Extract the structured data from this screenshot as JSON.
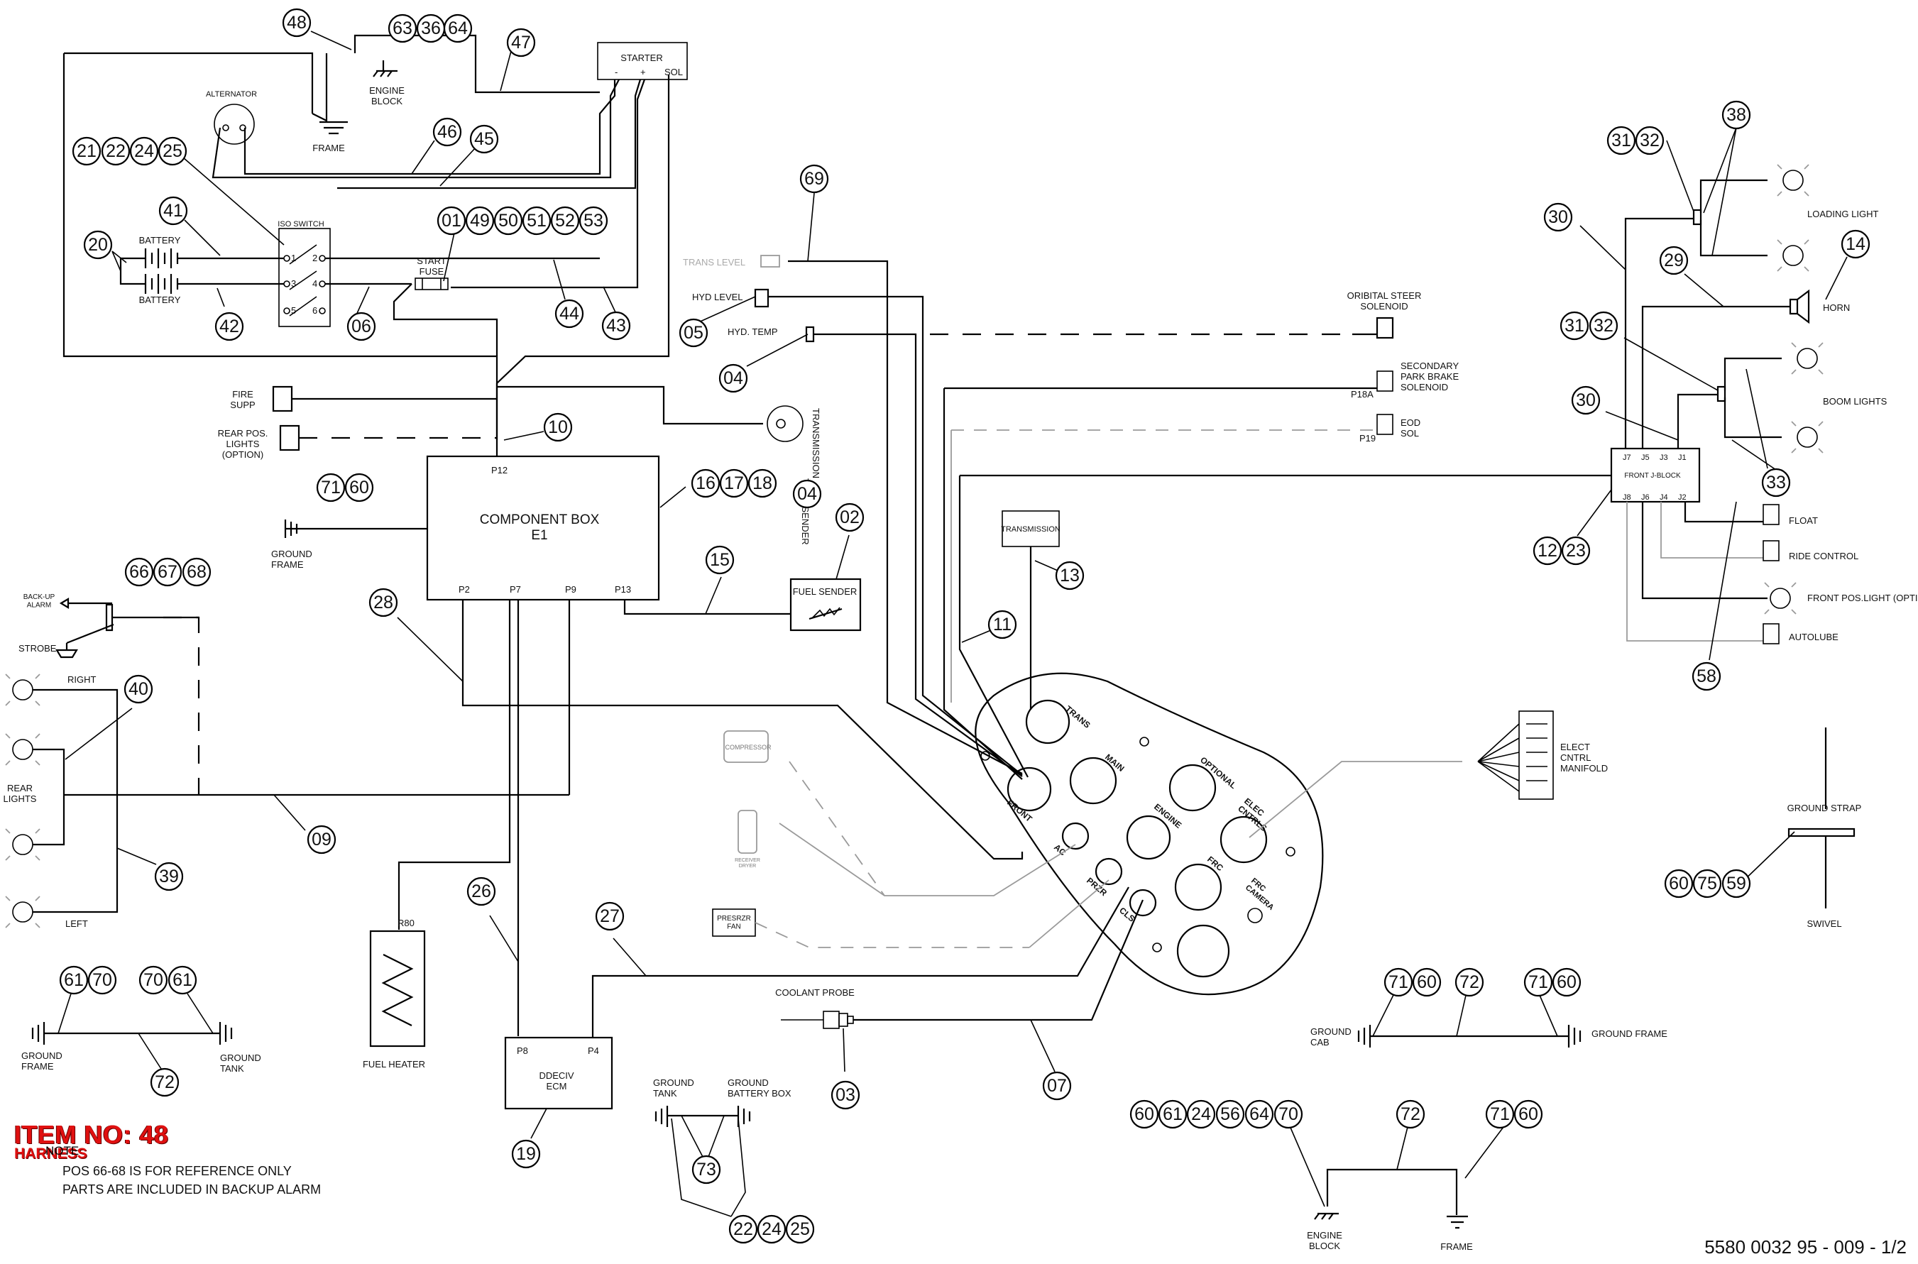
{
  "labels": {
    "starter": "STARTER",
    "starter_terms": [
      "-",
      "+",
      "SOL"
    ],
    "engine_block": "ENGINE\nBLOCK",
    "alternator": "ALTERNATOR",
    "frame": "FRAME",
    "battery_top": "BATTERY",
    "battery_bottom": "BATTERY",
    "iso_switch": "ISO SWITCH",
    "iso_pins": [
      "1",
      "2",
      "3",
      "4",
      "5",
      "6"
    ],
    "start_fuse": "START\nFUSE",
    "fire_supp": "FIRE\nSUPP",
    "rear_pos_lights": "REAR POS.\nLIGHTS\n(OPTION)",
    "component_box": "COMPONENT BOX\nE1",
    "p12": "P12",
    "p2": "P2",
    "p7": "P7",
    "p9": "P9",
    "p13": "P13",
    "ground_frame": "GROUND\nFRAME",
    "trans_temp_sender": "TRANSMISSION\nTEMP SENDER",
    "fuel_sender": "FUEL SENDER",
    "trans_level": "TRANS LEVEL",
    "hyd_level": "HYD LEVEL",
    "hyd_temp": "HYD. TEMP",
    "orbital_steer": "ORIBITAL STEER\nSOLENOID",
    "secondary_park": "SECONDARY\nPARK BRAKE\nSOLENOID",
    "p18a": "P18A",
    "eod_sol": "EOD\nSOL",
    "p19": "P19",
    "transmission": "TRANSMISSION",
    "backup_alarm": "BACK-UP\nALARM",
    "strobe": "STROBE",
    "right": "RIGHT",
    "left": "LEFT",
    "rear_lights": "REAR\nLIGHTS",
    "r80": "R80",
    "fuel_heater": "FUEL HEATER",
    "ddec_ecm": "DDECIV\nECM",
    "p8": "P8",
    "p4": "P4",
    "coolant_probe": "COOLANT PROBE",
    "compressor": "COMPRESSOR",
    "receiver_dryer": "RECEIVER\nDRYER",
    "presrzr_fan": "PRESRZR\nFAN",
    "ground_tank": "GROUND\nTANK",
    "ground_battery_box": "GROUND\nBATTERY BOX",
    "ground_cab": "GROUND\nCAB",
    "ground_frame_right": "GROUND FRAME",
    "engine_block_bottom": "ENGINE\nBLOCK",
    "frame_bottom": "FRAME",
    "elec_manifold": "ELECT\nCNTRL\nMANIFOLD",
    "ground_strap": "GROUND STRAP",
    "swivel": "SWIVEL",
    "loading_light": "LOADING LIGHT",
    "horn": "HORN",
    "boom_lights": "BOOM LIGHTS",
    "front_j_block": "FRONT J-BLOCK",
    "jblock_top_pins": [
      "J7",
      "J5",
      "J3",
      "J1"
    ],
    "jblock_bottom_pins": [
      "J8",
      "J6",
      "J4",
      "J2"
    ],
    "float": "FLOAT",
    "ride_control": "RIDE CONTROL",
    "front_pos_light": "FRONT POS.LIGHT (OPTION)",
    "autolube": "AUTOLUBE",
    "panel_labels": {
      "trans": "TRANS",
      "main": "MAIN",
      "front": "FRONT",
      "optional": "OPTIONAL",
      "engine": "ENGINE",
      "elec_cntrls": "ELEC\nCNTRLS",
      "ac": "AC",
      "przr": "PRZR",
      "frc": "FRC",
      "cls": "CLS",
      "frc_camera": "FRC\nCAMERA"
    }
  },
  "callouts": {
    "c48": "48",
    "c63": "63",
    "c36": "36",
    "c64": "64",
    "c47": "47",
    "c46": "46",
    "c45": "45",
    "c21": "21",
    "c22": "22",
    "c24": "24",
    "c25": "25",
    "c41": "41",
    "c20": "20",
    "c42": "42",
    "c06": "06",
    "c01": "01",
    "c49": "49",
    "c50": "50",
    "c51": "51",
    "c52": "52",
    "c53": "53",
    "c44": "44",
    "c43": "43",
    "c69": "69",
    "c05": "05",
    "c04a": "04",
    "c04b": "04",
    "c10": "10",
    "c71a": "71",
    "c60a": "60",
    "c16": "16",
    "c17": "17",
    "c18": "18",
    "c02": "02",
    "c15": "15",
    "c28": "28",
    "c66": "66",
    "c67": "67",
    "c68": "68",
    "c40": "40",
    "c09": "09",
    "c39": "39",
    "c13": "13",
    "c11": "11",
    "c26": "26",
    "c27": "27",
    "c03": "03",
    "c07": "07",
    "c19": "19",
    "c61a": "61",
    "c70a": "70",
    "c70b": "70",
    "c61b": "61",
    "c72a": "72",
    "c73": "73",
    "c22b": "22",
    "c24b": "24",
    "c25b": "25",
    "c60b": "60",
    "c61c": "61",
    "c24c": "24",
    "c56": "56",
    "c64b": "64",
    "c70c": "70",
    "c72b": "72",
    "c71b": "71",
    "c60c": "60",
    "c71c": "71",
    "c60d": "60",
    "c72c": "72",
    "c71d": "71",
    "c60e": "60",
    "c60f": "60",
    "c75": "75",
    "c59": "59",
    "c31a": "31",
    "c32a": "32",
    "c38": "38",
    "c30a": "30",
    "c29": "29",
    "c14": "14",
    "c31b": "31",
    "c32b": "32",
    "c30b": "30",
    "c33": "33",
    "c12": "12",
    "c23": "23",
    "c58": "58"
  },
  "item_title": "ITEM NO: 48",
  "item_subtitle": "HARNESS",
  "note_heading": "NOTE",
  "note_lines": [
    "POS 66-68 IS FOR REFERENCE ONLY",
    "PARTS ARE INCLUDED IN BACKUP ALARM"
  ],
  "document_number": "5580 0032 95 - 009 - 1/2"
}
